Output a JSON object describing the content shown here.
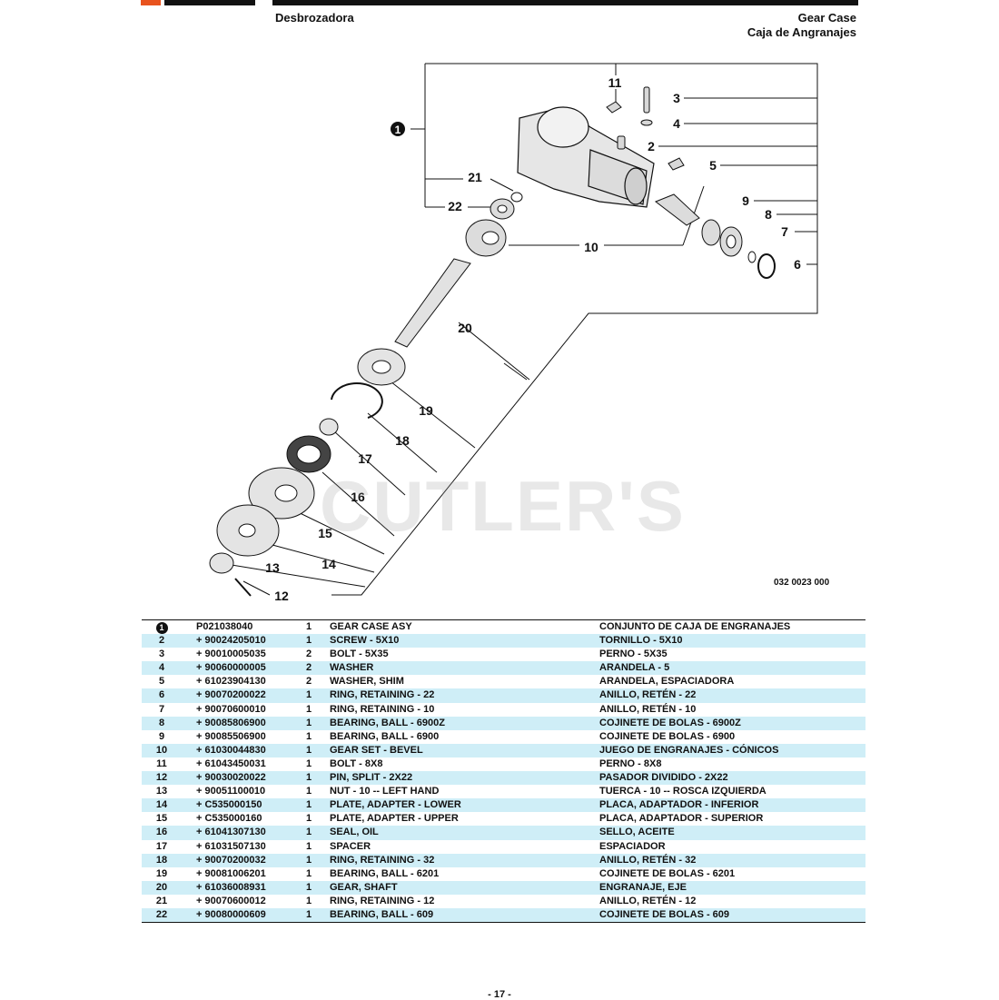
{
  "header": {
    "left_title": "Desbrozadora",
    "right_title_en": "Gear Case",
    "right_title_es": "Caja de Angranajes"
  },
  "diagram": {
    "callouts": [
      "1",
      "2",
      "3",
      "4",
      "5",
      "6",
      "7",
      "8",
      "9",
      "10",
      "11",
      "12",
      "13",
      "14",
      "15",
      "16",
      "17",
      "18",
      "19",
      "20",
      "21",
      "22"
    ],
    "figure_code": "032 0023 000",
    "watermark": "CUTLER'S"
  },
  "parts_table": {
    "rows": [
      {
        "ref": "1",
        "pn": "P021038040",
        "qty": "1",
        "en": "GEAR CASE ASY",
        "es": "CONJUNTO DE CAJA DE ENGRANAJES",
        "assembly": true
      },
      {
        "ref": "2",
        "pn": "+ 90024205010",
        "qty": "1",
        "en": "SCREW - 5X10",
        "es": "TORNILLO - 5X10"
      },
      {
        "ref": "3",
        "pn": "+ 90010005035",
        "qty": "2",
        "en": "BOLT - 5X35",
        "es": "PERNO - 5X35"
      },
      {
        "ref": "4",
        "pn": "+ 90060000005",
        "qty": "2",
        "en": "WASHER",
        "es": "ARANDELA - 5"
      },
      {
        "ref": "5",
        "pn": "+ 61023904130",
        "qty": "2",
        "en": "WASHER, SHIM",
        "es": "ARANDELA, ESPACIADORA"
      },
      {
        "ref": "6",
        "pn": "+ 90070200022",
        "qty": "1",
        "en": "RING, RETAINING - 22",
        "es": "ANILLO, RETÉN - 22"
      },
      {
        "ref": "7",
        "pn": "+ 90070600010",
        "qty": "1",
        "en": "RING, RETAINING - 10",
        "es": "ANILLO, RETÉN - 10"
      },
      {
        "ref": "8",
        "pn": "+ 90085806900",
        "qty": "1",
        "en": "BEARING, BALL - 6900Z",
        "es": "COJINETE DE BOLAS - 6900Z"
      },
      {
        "ref": "9",
        "pn": "+ 90085506900",
        "qty": "1",
        "en": "BEARING, BALL - 6900",
        "es": "COJINETE DE BOLAS - 6900"
      },
      {
        "ref": "10",
        "pn": "+ 61030044830",
        "qty": "1",
        "en": "GEAR SET - BEVEL",
        "es": "JUEGO DE ENGRANAJES - CÓNICOS"
      },
      {
        "ref": "11",
        "pn": "+ 61043450031",
        "qty": "1",
        "en": "BOLT - 8X8",
        "es": "PERNO - 8X8"
      },
      {
        "ref": "12",
        "pn": "+ 90030020022",
        "qty": "1",
        "en": "PIN, SPLIT - 2X22",
        "es": "PASADOR DIVIDIDO - 2X22"
      },
      {
        "ref": "13",
        "pn": "+ 90051100010",
        "qty": "1",
        "en": "NUT - 10 -- LEFT HAND",
        "es": "TUERCA - 10 -- ROSCA IZQUIERDA"
      },
      {
        "ref": "14",
        "pn": "+ C535000150",
        "qty": "1",
        "en": "PLATE, ADAPTER - LOWER",
        "es": "PLACA, ADAPTADOR - INFERIOR"
      },
      {
        "ref": "15",
        "pn": "+ C535000160",
        "qty": "1",
        "en": "PLATE, ADAPTER - UPPER",
        "es": "PLACA, ADAPTADOR - SUPERIOR"
      },
      {
        "ref": "16",
        "pn": "+ 61041307130",
        "qty": "1",
        "en": "SEAL, OIL",
        "es": "SELLO, ACEITE"
      },
      {
        "ref": "17",
        "pn": "+ 61031507130",
        "qty": "1",
        "en": "SPACER",
        "es": "ESPACIADOR"
      },
      {
        "ref": "18",
        "pn": "+ 90070200032",
        "qty": "1",
        "en": "RING, RETAINING - 32",
        "es": "ANILLO, RETÉN - 32"
      },
      {
        "ref": "19",
        "pn": "+ 90081006201",
        "qty": "1",
        "en": "BEARING, BALL - 6201",
        "es": "COJINETE DE BOLAS - 6201"
      },
      {
        "ref": "20",
        "pn": "+ 61036008931",
        "qty": "1",
        "en": "GEAR, SHAFT",
        "es": "ENGRANAJE, EJE"
      },
      {
        "ref": "21",
        "pn": "+ 90070600012",
        "qty": "1",
        "en": "RING, RETAINING - 12",
        "es": "ANILLO, RETÉN - 12"
      },
      {
        "ref": "22",
        "pn": "+ 90080000609",
        "qty": "1",
        "en": "BEARING, BALL - 609",
        "es": "COJINETE DE BOLAS - 609"
      }
    ]
  },
  "footer": {
    "page_number": "- 17 -"
  },
  "colors": {
    "row_alt": "#cfeef7",
    "brand_orange": "#e8531e"
  }
}
